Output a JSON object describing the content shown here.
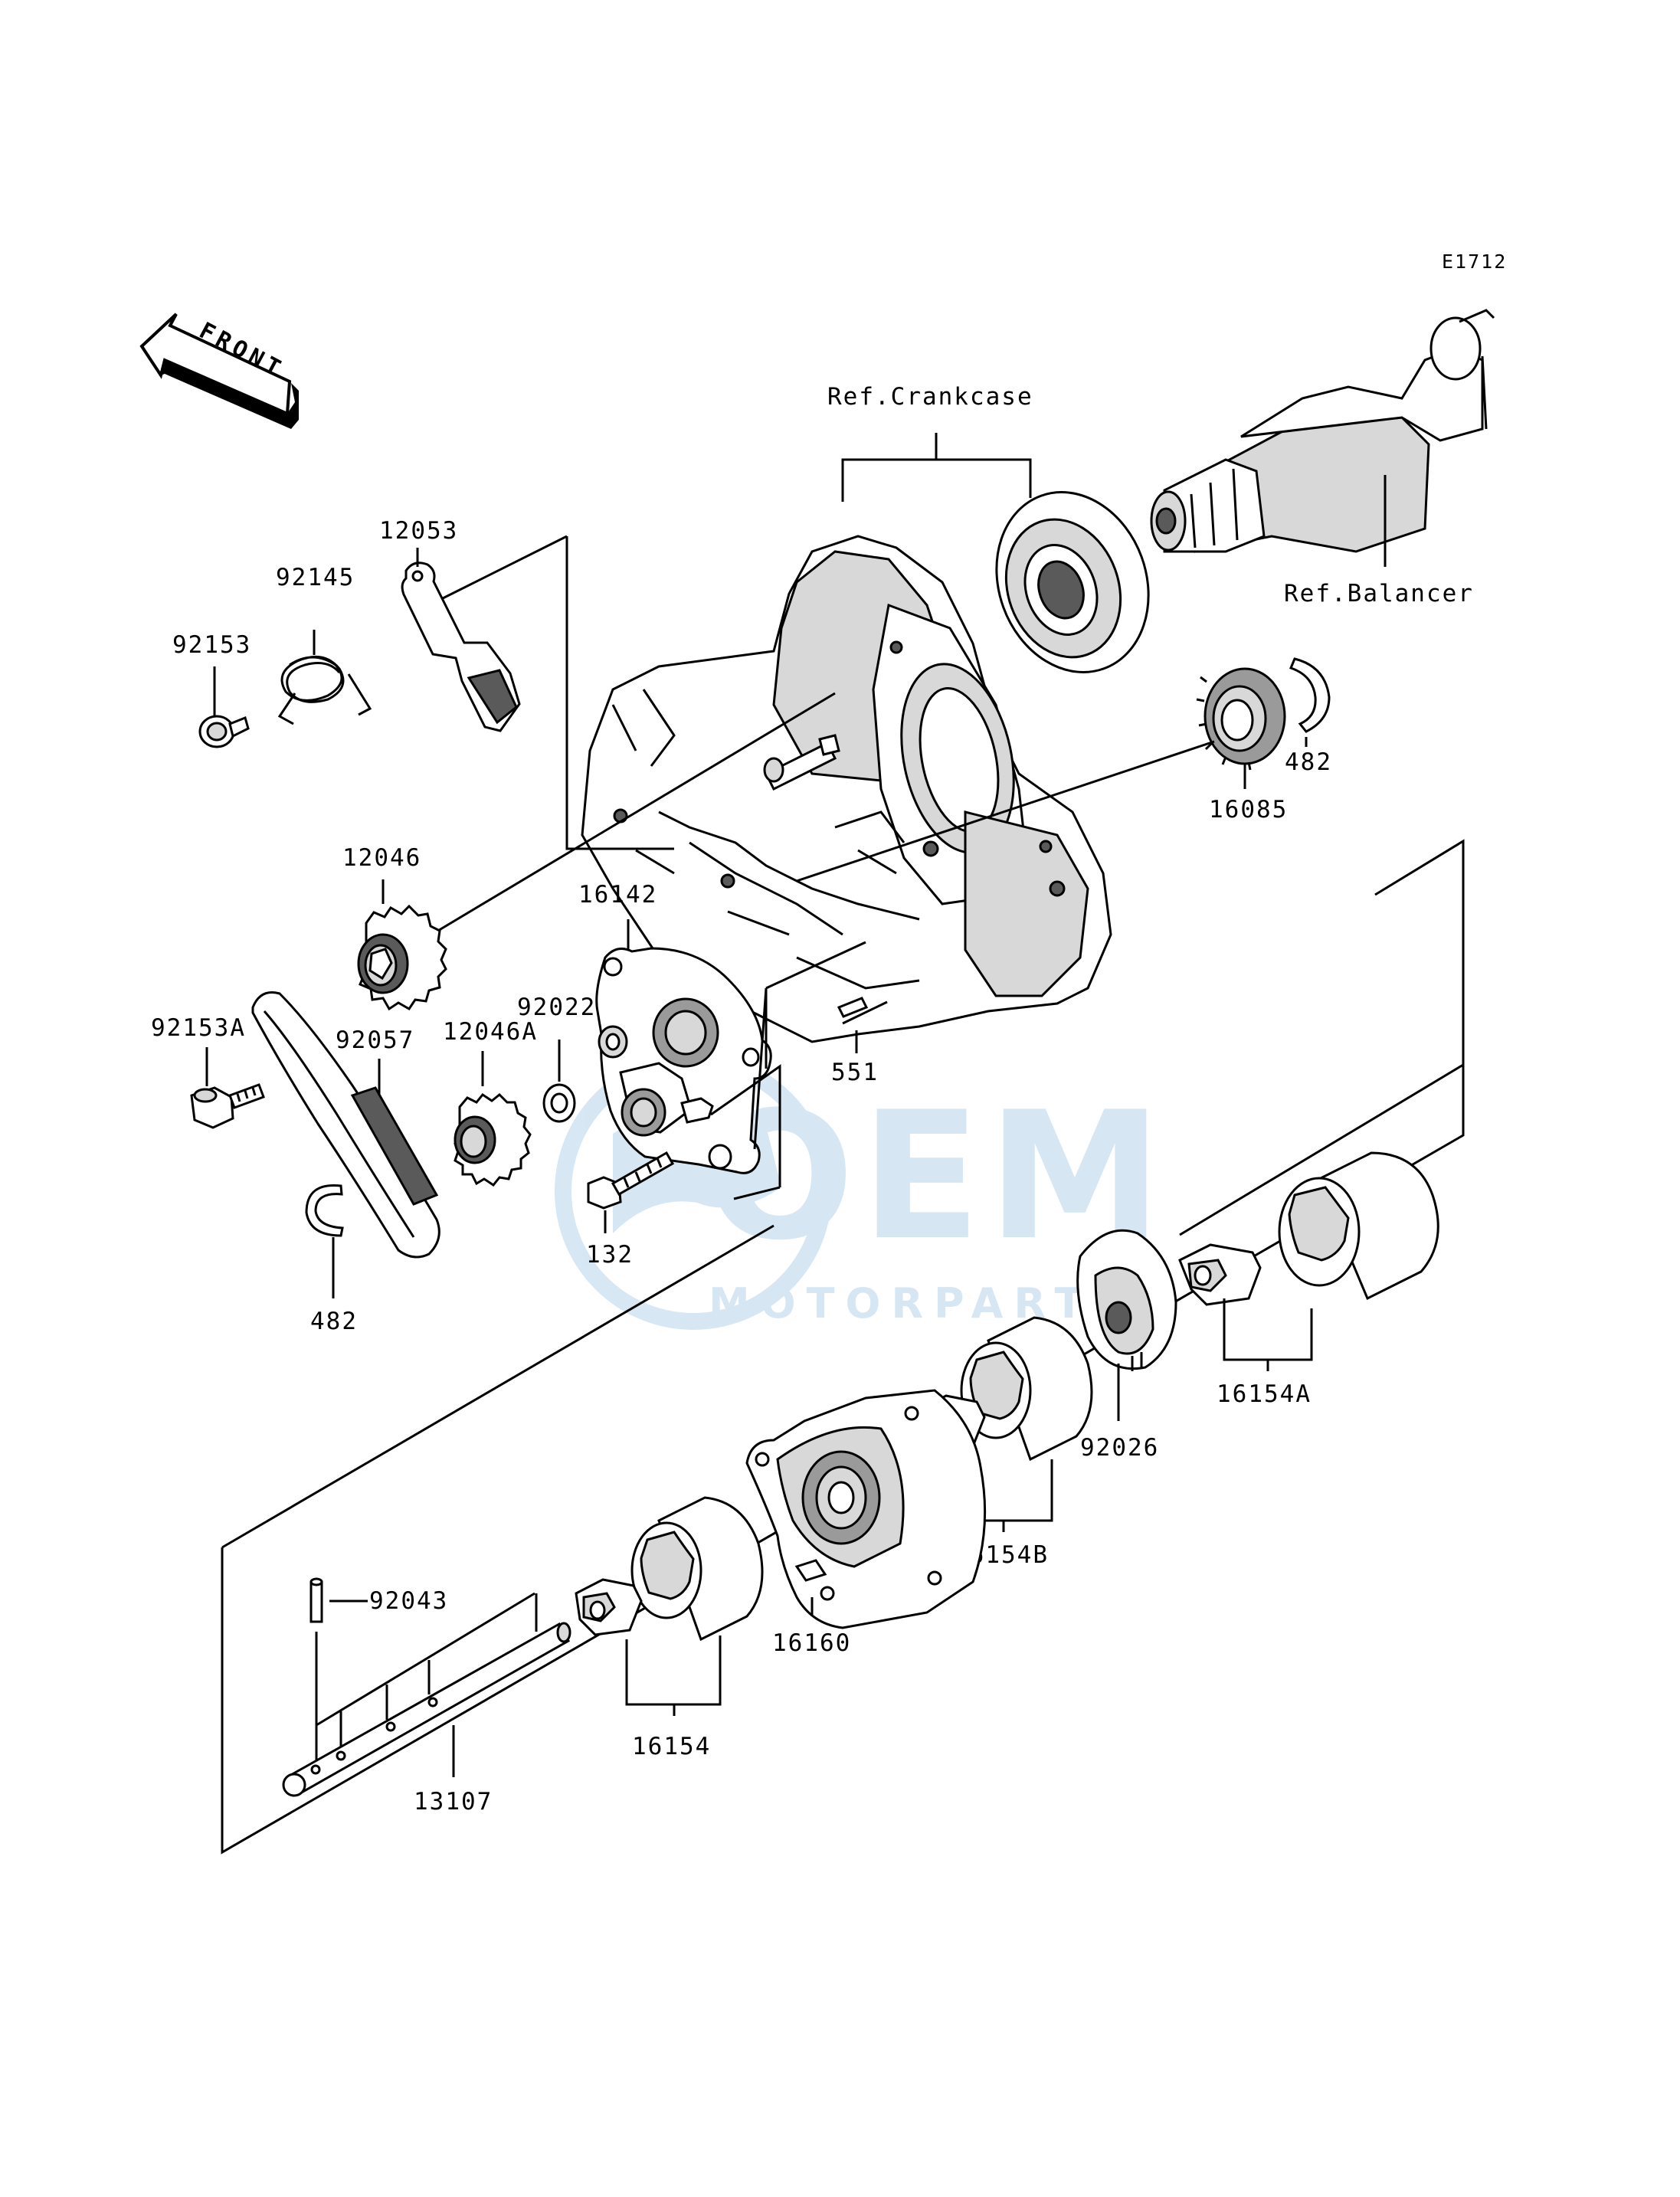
{
  "diagram_code": "E1712",
  "front_arrow_label": "FRONT",
  "callouts": {
    "ref_crankcase": "Ref.Crankcase",
    "ref_balancer": "Ref.Balancer",
    "p12053": "12053",
    "p92145": "92145",
    "p92153": "92153",
    "p12046": "12046",
    "p16142": "16142",
    "p92022": "92022",
    "p12046A": "12046A",
    "p92153A": "92153A",
    "p92057": "92057",
    "p551": "551",
    "p482_right": "482",
    "p16085": "16085",
    "p132": "132",
    "p482_left": "482",
    "p16154A": "16154A",
    "p92026": "92026",
    "p16154B": "16154B",
    "p16160": "16160",
    "p92043": "92043",
    "p16154": "16154",
    "p13107": "13107"
  },
  "watermark": {
    "brand": "OEM",
    "sub": "MOTORPARTS",
    "color": "#4a90c8"
  }
}
